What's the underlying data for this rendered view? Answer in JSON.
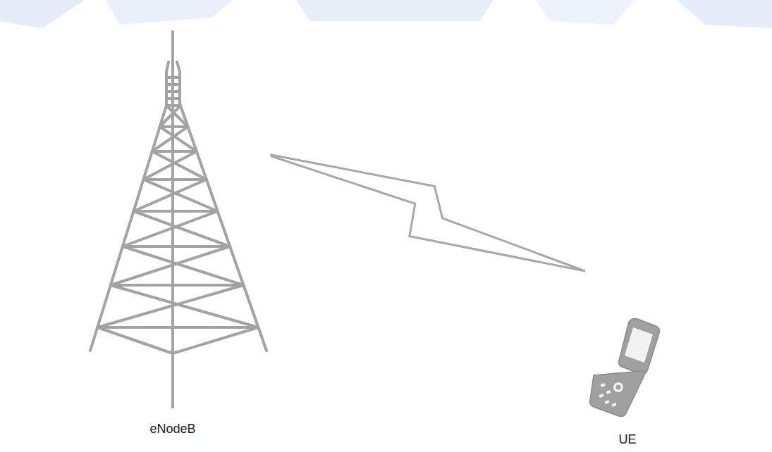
{
  "diagram": {
    "nodes": [
      {
        "text": [
          "eNodeB"
        ]
      },
      {
        "text": [
          "UE"
        ]
      }
    ],
    "edges": [
      {
        "from": 0,
        "to": 1,
        "arrow": "none"
      }
    ]
  }
}
